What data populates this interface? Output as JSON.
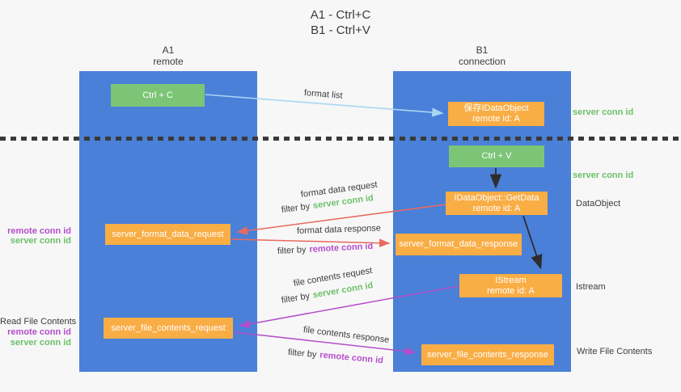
{
  "title": {
    "line1": "A1 - Ctrl+C",
    "line2": "B1 - Ctrl+V"
  },
  "lanes": {
    "a1": {
      "title": "A1",
      "subtitle": "remote"
    },
    "b1": {
      "title": "B1",
      "subtitle": "connection"
    }
  },
  "nodes": {
    "ctrl_c": {
      "label": "Ctrl + C"
    },
    "save_idataobject": {
      "line1": "保存IDataObject",
      "line2": "remote id: A"
    },
    "ctrl_v": {
      "label": "Ctrl + V"
    },
    "getdata": {
      "line1": "IDataObject::GetData",
      "line2": "remote id: A"
    },
    "format_request": {
      "label": "server_format_data_request"
    },
    "format_response": {
      "label": "server_format_data_response"
    },
    "istream": {
      "line1": "IStream",
      "line2": "remote id: A"
    },
    "file_request": {
      "label": "server_file_contents_request"
    },
    "file_response": {
      "label": "server_file_contents_response"
    }
  },
  "arrow_labels": {
    "format_list": "format list",
    "format_data_request": {
      "line1": "format data request",
      "filter_prefix": "filter by",
      "filter_key": "server conn id"
    },
    "format_data_response": {
      "line1": "format data response",
      "filter_prefix": "filter by",
      "filter_key": "remote conn id"
    },
    "file_contents_request": {
      "line1": "file contents request",
      "filter_prefix": "filter by",
      "filter_key": "server conn id"
    },
    "file_contents_response": {
      "line1": "file contents response",
      "filter_prefix": "filter by",
      "filter_key": "remote conn id"
    }
  },
  "side_labels": {
    "right_server_conn_id_1": "server conn id",
    "right_server_conn_id_2": "server conn id",
    "dataobject": "DataObject",
    "istream": "Istream",
    "write_file_contents": "Write File Contents",
    "left_remote_conn_id_1": "remote conn id",
    "left_server_conn_id_1": "server conn id",
    "read_file_contents": "Read File Contents",
    "left_remote_conn_id_2": "remote conn id",
    "left_server_conn_id_2": "server conn id"
  },
  "colors": {
    "lane_blue": "#4a80d8",
    "green_box": "#7cc577",
    "orange_box": "#f9ad45",
    "arrow_blue": "#a8d6f2",
    "arrow_red": "#e9695f",
    "arrow_purple": "#b44ecb",
    "arrow_black": "#2d2d2d",
    "text_green": "#6cc069",
    "text_purple": "#b44ecb",
    "text_dark": "#3c3c3c",
    "background": "#f7f7f7"
  }
}
